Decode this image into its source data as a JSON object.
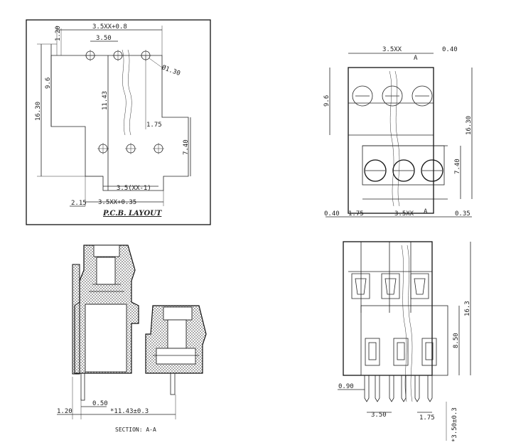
{
  "pcb_layout": {
    "title": "P.C.B. LAYOUT",
    "dims": {
      "top_width": "3.5XX+0.8",
      "pitch_top": "3.50",
      "offset_top": "1.20",
      "hole_dia": "Ø1.30",
      "height_inner": "9.6",
      "height_outer": "16.30",
      "height_mid": "11.43",
      "small_offset": "1.75",
      "height_right": "7.40",
      "bottom_pitch": "3.5(XX-1)",
      "bottom_width": "3.5XX+0.35",
      "left_offset": "2.15"
    }
  },
  "top_view": {
    "dims": {
      "width": "3.5XX",
      "right_offset": "0.40",
      "height_left": "9.6",
      "height_right": "16.30",
      "height_lower": "7.40",
      "bottom_left": "0.40",
      "bottom_pitch": "1.75",
      "bottom_width": "3.5XX",
      "bottom_right": "0.35",
      "section_mark_top": "A",
      "section_mark_bottom": "A"
    }
  },
  "section_view": {
    "caption": "SECTION: A-A",
    "dims": {
      "left": "1.20",
      "pin_width": "0.50",
      "total": "*11.43±0.3"
    }
  },
  "front_view": {
    "dims": {
      "height_total": "16.3",
      "height_lower": "8.50",
      "pin_offset": "0.90",
      "pitch": "3.50",
      "half_pitch": "1.75",
      "pin_length": "*3.50±0.3"
    }
  }
}
